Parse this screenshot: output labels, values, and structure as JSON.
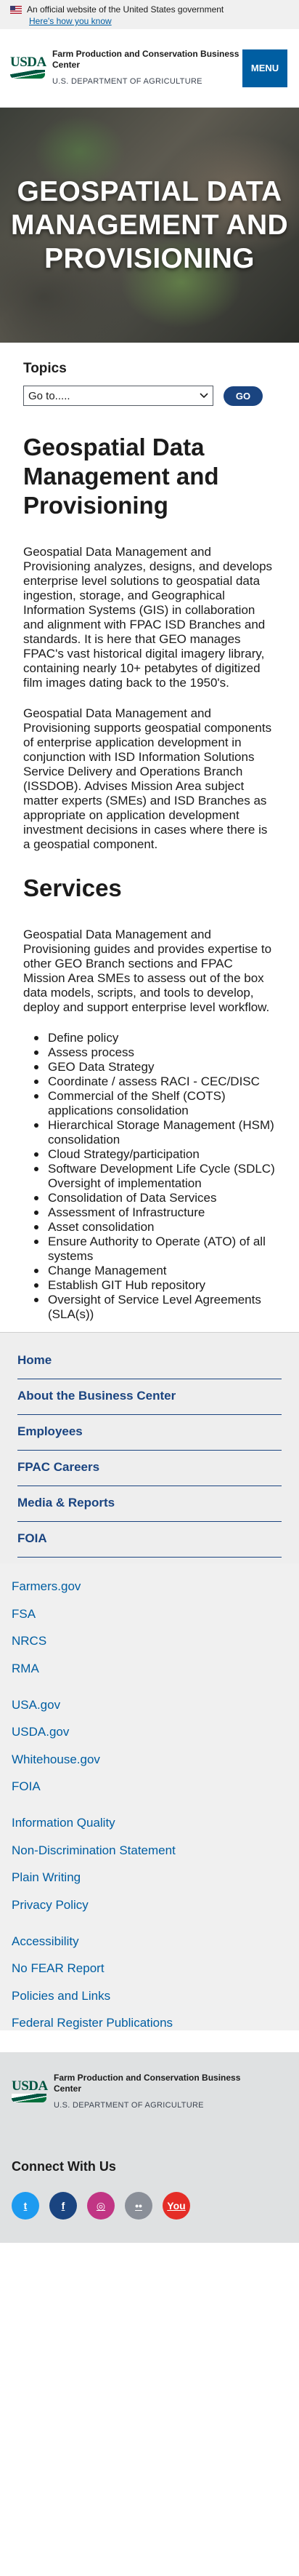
{
  "banner": {
    "text": "An official website of the United States government",
    "link": "Here's how you know"
  },
  "header": {
    "logo": "USDA",
    "agency": "Farm Production and Conservation Business Center",
    "department": "U.S. DEPARTMENT OF AGRICULTURE",
    "menu_label": "MENU"
  },
  "hero": {
    "title": "GEOSPATIAL DATA MANAGEMENT AND PROVISIONING"
  },
  "topics": {
    "heading": "Topics",
    "selected": "Go to.....",
    "go_label": "GO"
  },
  "content": {
    "title": "Geospatial Data Management and Provisioning",
    "paragraphs": [
      "Geospatial Data Management and Provisioning analyzes, designs, and develops enterprise level solutions to geospatial data ingestion, storage, and Geographical Information Systems (GIS) in collaboration and alignment with FPAC ISD Branches and standards. It is here that GEO manages FPAC's vast historical digital imagery library, containing nearly 10+ petabytes of digitized film images dating back to the 1950's.",
      "Geospatial Data Management and Provisioning supports geospatial components of enterprise application development in conjunction with ISD Information Solutions Service Delivery and Operations Branch (ISSDOB). Advises Mission Area subject matter experts (SMEs) and ISD Branches as appropriate on application development investment decisions in cases where there is a geospatial component."
    ],
    "services_heading": "Services",
    "services_intro": "Geospatial Data Management and Provisioning guides and provides expertise to other GEO Branch sections and FPAC Mission Area SMEs to assess out of the box data models, scripts, and tools to develop, deploy and support enterprise level workflow.",
    "services": [
      "Define policy",
      "Assess process",
      "GEO Data Strategy",
      "Coordinate / assess RACI - CEC/DISC",
      "Commercial of the Shelf (COTS) applications consolidation",
      "Hierarchical Storage Management (HSM) consolidation",
      "Cloud Strategy/participation",
      "Software Development Life Cycle (SDLC) Oversight of implementation",
      "Consolidation of Data Services",
      "Assessment of Infrastructure",
      "Asset consolidation",
      "Ensure Authority to Operate (ATO) of all systems",
      "Change Management",
      "Establish GIT Hub repository",
      "Oversight of Service Level Agreements (SLA(s))"
    ]
  },
  "side_nav": [
    "Home",
    "About the Business Center",
    "Employees",
    "FPAC Careers",
    "Media & Reports",
    "FOIA"
  ],
  "footer": {
    "groups": [
      [
        "Farmers.gov",
        "FSA",
        "NRCS",
        "RMA"
      ],
      [
        "USA.gov",
        "USDA.gov",
        "Whitehouse.gov",
        "FOIA"
      ],
      [
        "Information Quality",
        "Non-Discrimination Statement",
        "Plain Writing",
        "Privacy Policy"
      ],
      [
        "Accessibility",
        "No FEAR Report",
        "Policies and Links",
        "Federal Register Publications"
      ]
    ],
    "logo": "USDA",
    "agency": "Farm Production and Conservation Business Center",
    "department": "U.S. DEPARTMENT OF AGRICULTURE",
    "connect": "Connect With Us",
    "socials": [
      {
        "name": "twitter",
        "glyph": "t",
        "color": "#1d9bf0"
      },
      {
        "name": "facebook",
        "glyph": "f",
        "color": "#1a4480"
      },
      {
        "name": "instagram",
        "glyph": "◎",
        "color": "#c13584"
      },
      {
        "name": "flickr",
        "glyph": "••",
        "color": "#8a8f98"
      },
      {
        "name": "youtube",
        "glyph": "You",
        "color": "#e52d27"
      }
    ]
  },
  "colors": {
    "primary": "#005ea2",
    "dark_blue": "#1a4480",
    "usda_green": "#005440"
  }
}
